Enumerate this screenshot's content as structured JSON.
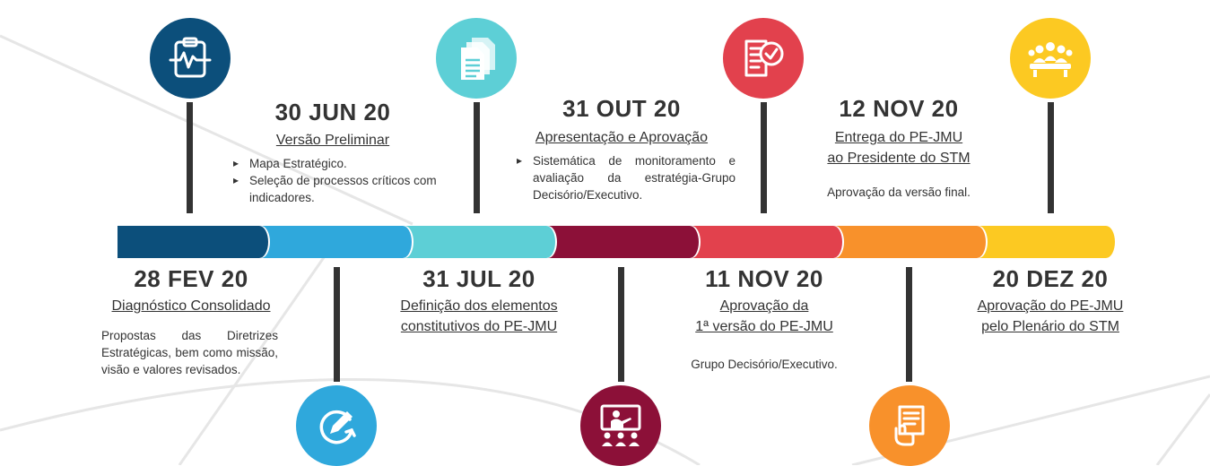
{
  "colors": {
    "c1": "#0c4f7b",
    "c2": "#2fa8dc",
    "c3": "#5dcfd6",
    "c4": "#8c1038",
    "c5": "#e2414d",
    "c6": "#f8912b",
    "c7": "#fcc922"
  },
  "icons": [
    "clipboard-pulse-icon",
    "documents-icon",
    "checklist-approval-icon",
    "meeting-icon",
    "edit-refresh-icon",
    "presentation-icon",
    "signed-document-icon"
  ],
  "milestones": [
    {
      "date": "28 FEV 20",
      "subtitle": "Diagnóstico Consolidado",
      "desc": "Propostas das Diretrizes Estratégicas, bem como missão, visão e valores revisados."
    },
    {
      "date": "30 JUN 20",
      "subtitle": "Versão Preliminar",
      "bullets": [
        "Mapa Estratégico.",
        "Seleção de processos críticos com indicadores."
      ]
    },
    {
      "date": "31 JUL 20",
      "subtitle_l1": "Definição dos elementos",
      "subtitle_l2": "constitutivos do PE-JMU"
    },
    {
      "date": "31 OUT 20",
      "subtitle": "Apresentação e Aprovação",
      "bullets": [
        "Sistemática de monitoramento e avaliação da estratégia-Grupo Decisório/Executivo."
      ]
    },
    {
      "date": "11 NOV 20",
      "subtitle_l1": "Aprovação da",
      "subtitle_l2": "1ª versão do PE-JMU",
      "desc": "Grupo Decisório/Executivo."
    },
    {
      "date": "12 NOV 20",
      "subtitle_l1": "Entrega do PE-JMU",
      "subtitle_l2": "ao Presidente do STM",
      "desc": "Aprovação da versão final."
    },
    {
      "date": "20 DEZ 20",
      "subtitle_l1": "Aprovação do PE-JMU",
      "subtitle_l2": "pelo Plenário do STM"
    }
  ]
}
